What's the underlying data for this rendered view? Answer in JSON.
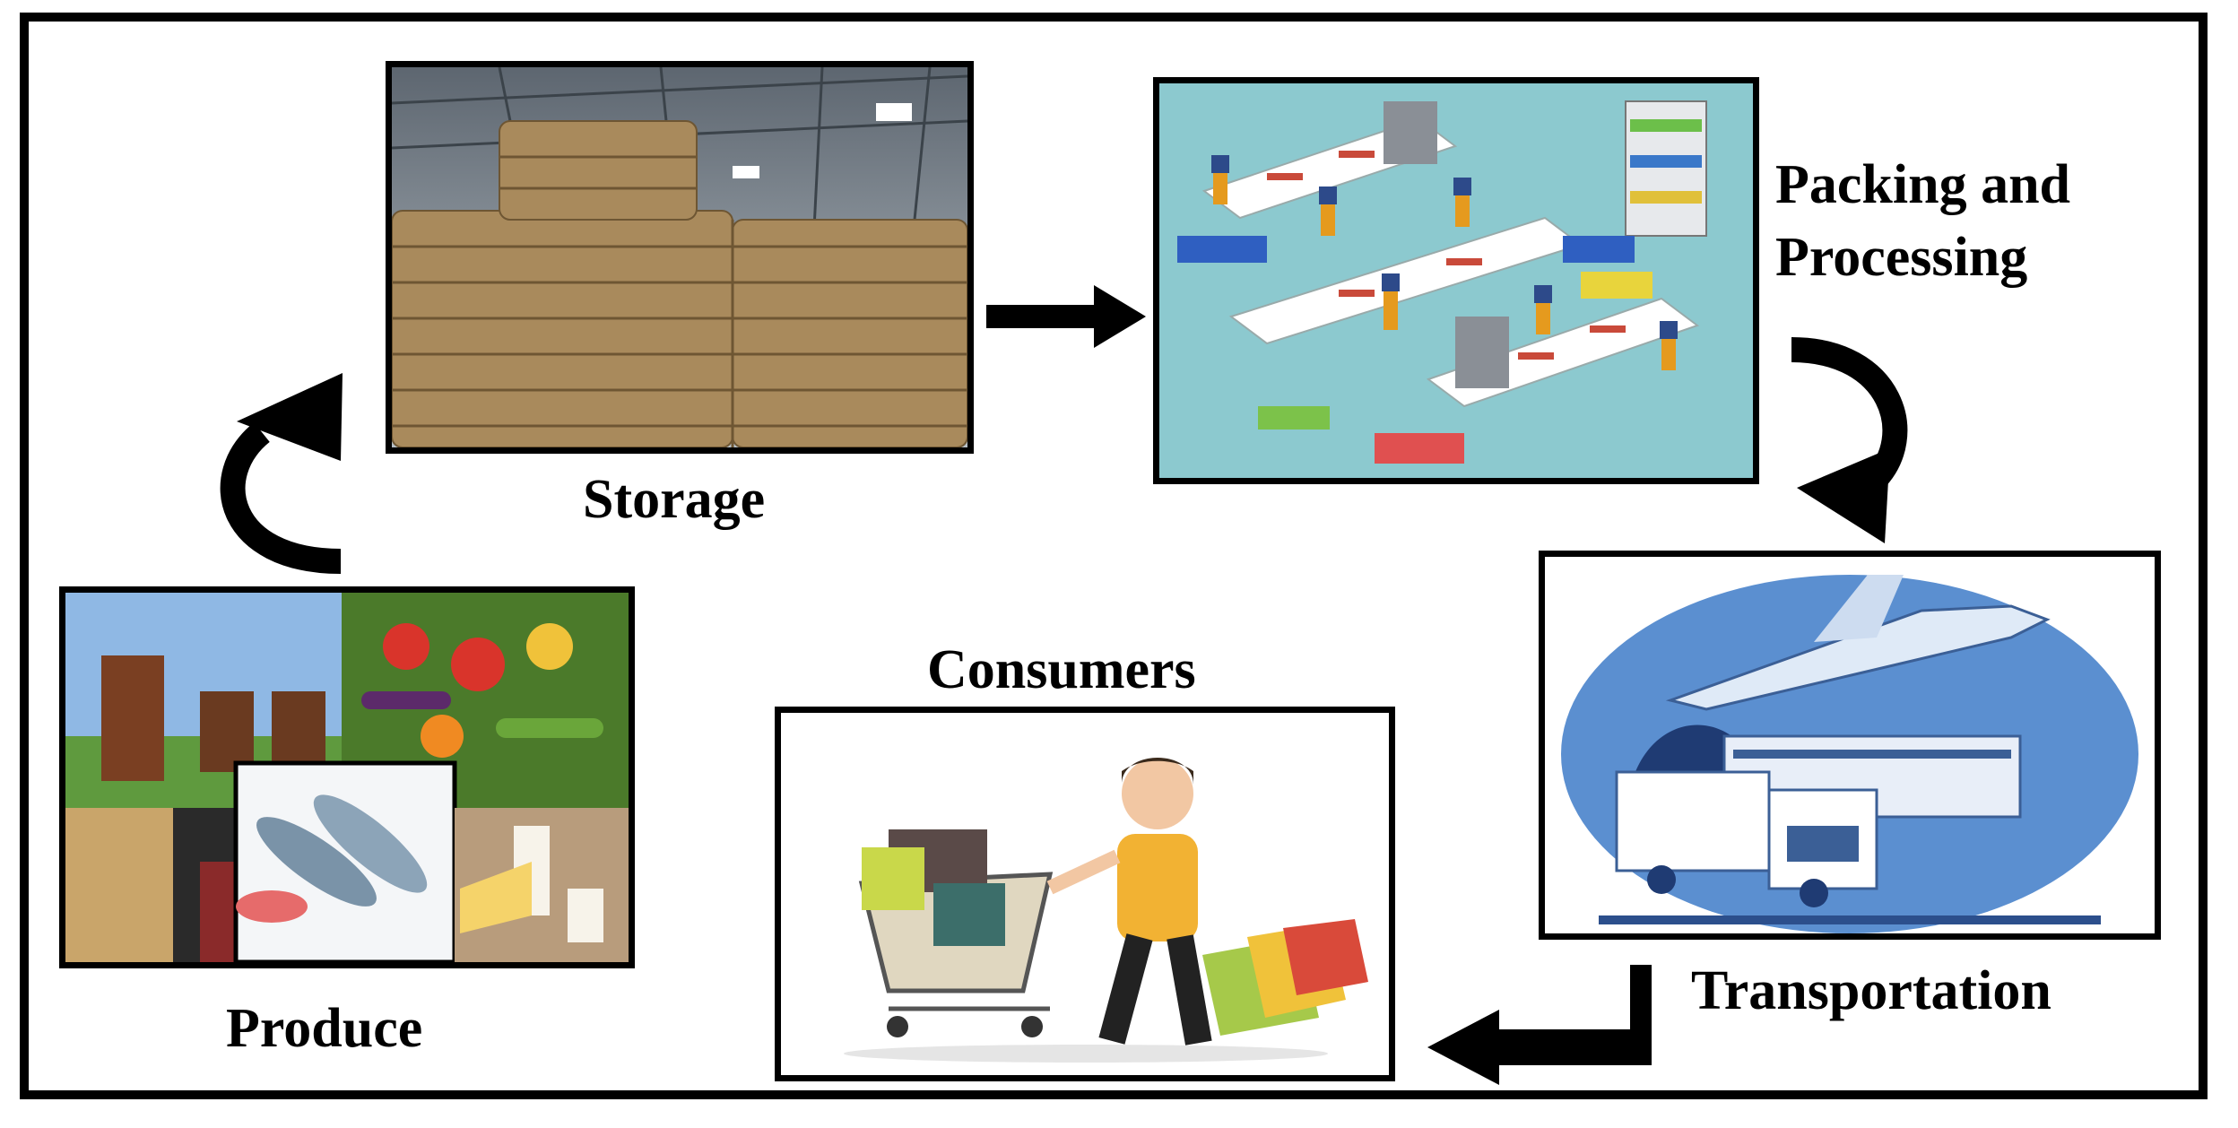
{
  "stages": {
    "storage": "Storage",
    "packing_line1": "Packing and",
    "packing_line2": "Processing",
    "transportation": "Transportation",
    "consumers": "Consumers",
    "produce": "Produce"
  },
  "colors": {
    "border": "#000000",
    "teal_bg": "#8cc9cf",
    "transport_blue": "#5b8fd0",
    "sack": "#a98a5c"
  }
}
